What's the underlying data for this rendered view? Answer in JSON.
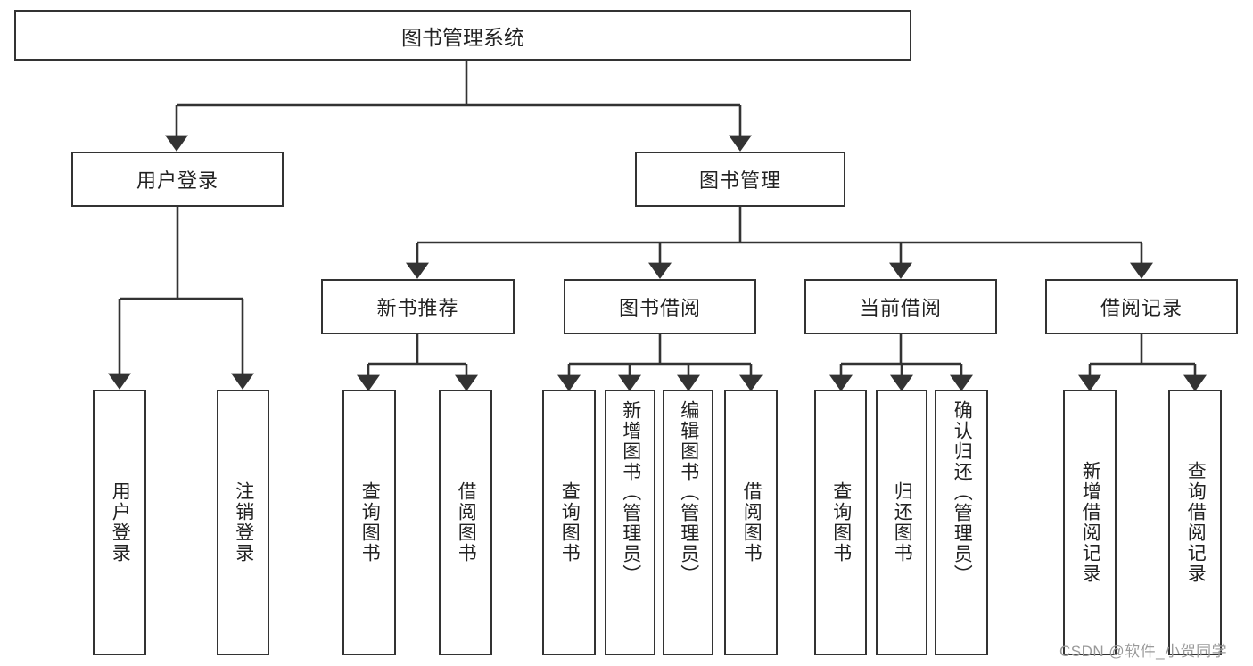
{
  "diagram": {
    "type": "hierarchy-tree",
    "title": "图书管理系统",
    "root": {
      "label": "图书管理系统"
    },
    "level1": [
      {
        "label": "用户登录"
      },
      {
        "label": "图书管理"
      }
    ],
    "level2": [
      {
        "label": "新书推荐"
      },
      {
        "label": "图书借阅"
      },
      {
        "label": "当前借阅"
      },
      {
        "label": "借阅记录"
      }
    ],
    "leaves": {
      "user_login": [
        {
          "label": "用户登录"
        },
        {
          "label": "注销登录"
        }
      ],
      "new_book_recommend": [
        {
          "label": "查询图书"
        },
        {
          "label": "借阅图书"
        }
      ],
      "book_borrow": [
        {
          "label": "查询图书"
        },
        {
          "label": "新增图书（管理员）"
        },
        {
          "label": "编辑图书（管理员）"
        },
        {
          "label": "借阅图书"
        }
      ],
      "current_borrow": [
        {
          "label": "查询图书"
        },
        {
          "label": "归还图书"
        },
        {
          "label": "确认归还（管理员）"
        }
      ],
      "borrow_record": [
        {
          "label": "新增借阅记录"
        },
        {
          "label": "查询借阅记录"
        }
      ]
    },
    "watermark": "CSDN @软件_小贺同学",
    "colors": {
      "border": "#333333",
      "text": "#222222",
      "background": "#ffffff",
      "watermark": "#9a9a9a"
    }
  }
}
